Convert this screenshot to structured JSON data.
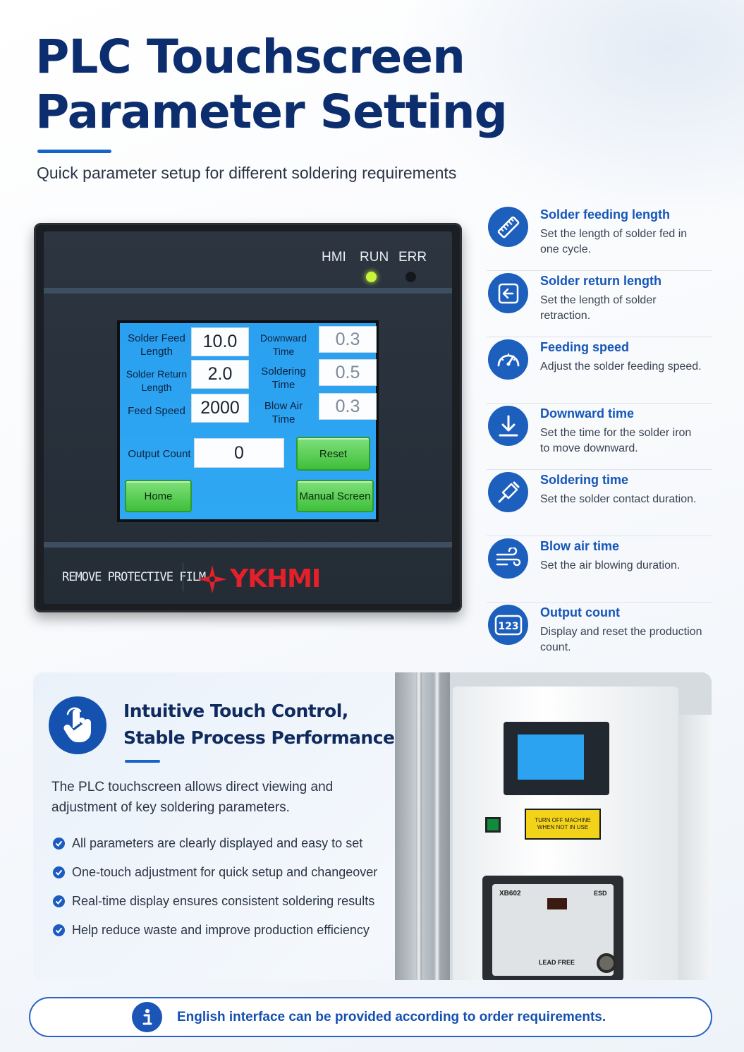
{
  "header": {
    "title_line1": "PLC Touchscreen",
    "title_line2": "Parameter Setting",
    "subtitle": "Quick parameter setup for different soldering requirements"
  },
  "device": {
    "indicators": {
      "hmi": "HMI",
      "run": "RUN",
      "err": "ERR"
    },
    "run_led_color": "#c8f53a",
    "screen": {
      "solder_feed_length": {
        "label_line1": "Solder Feed",
        "label_line2": "Length",
        "value": "10.0"
      },
      "solder_return_length": {
        "label_line1": "Solder Return",
        "label_line2": "Length",
        "value": "2.0"
      },
      "feed_speed": {
        "label": "Feed Speed",
        "value": "2000"
      },
      "downward_time": {
        "label_line1": "Downward",
        "label_line2": "Time",
        "value": "0.3"
      },
      "soldering_time": {
        "label_line1": "Soldering",
        "label_line2": "Time",
        "value": "0.5"
      },
      "blow_air_time": {
        "label_line1": "Blow Air",
        "label_line2": "Time",
        "value": "0.3"
      },
      "output_count": {
        "label": "Output Count",
        "value": "0"
      },
      "buttons": {
        "reset": "Reset",
        "home": "Home",
        "manual": "Manual Screen"
      }
    },
    "film_label": "REMOVE PROTECTIVE FILM",
    "brand": "YKHMI",
    "brand_color": "#e4202a"
  },
  "features": [
    {
      "icon": "ruler-icon",
      "title": "Solder feeding length",
      "desc": "Set the length of solder fed in one cycle."
    },
    {
      "icon": "return-arrow-icon",
      "title": "Solder return length",
      "desc": "Set the length of solder retraction."
    },
    {
      "icon": "speedometer-icon",
      "title": "Feeding speed",
      "desc": "Adjust the solder feeding speed."
    },
    {
      "icon": "download-arrow-icon",
      "title": "Downward time",
      "desc": "Set the time for the solder iron to move downward."
    },
    {
      "icon": "soldering-iron-icon",
      "title": "Soldering time",
      "desc": "Set the solder contact duration."
    },
    {
      "icon": "wind-icon",
      "title": "Blow air time",
      "desc": "Set the air blowing duration."
    },
    {
      "icon": "counter-123-icon",
      "title": "Output count",
      "desc": "Display and reset the production count."
    }
  ],
  "card": {
    "title_line1": "Intuitive Touch Control,",
    "title_line2": "Stable Process Performance",
    "text": "The PLC touchscreen allows direct viewing and adjustment of key soldering parameters.",
    "checklist": [
      "All parameters are clearly displayed and easy to set",
      "One-touch adjustment for quick setup and changeover",
      "Real-time display ensures consistent soldering results",
      "Help reduce waste and improve production efficiency"
    ],
    "photo": {
      "warning": "TURN OFF MACHINE WHEN NOT IN USE",
      "station_model": "XB602",
      "station_esd": "ESD",
      "station_lead_free": "LEAD FREE"
    }
  },
  "footer": {
    "text": "English interface can be provided according to order requirements."
  },
  "colors": {
    "accent": "#1556b8",
    "title": "#0d2e6e",
    "screen_bg": "#2fa8f3",
    "button_green": "#3fbf3b"
  }
}
